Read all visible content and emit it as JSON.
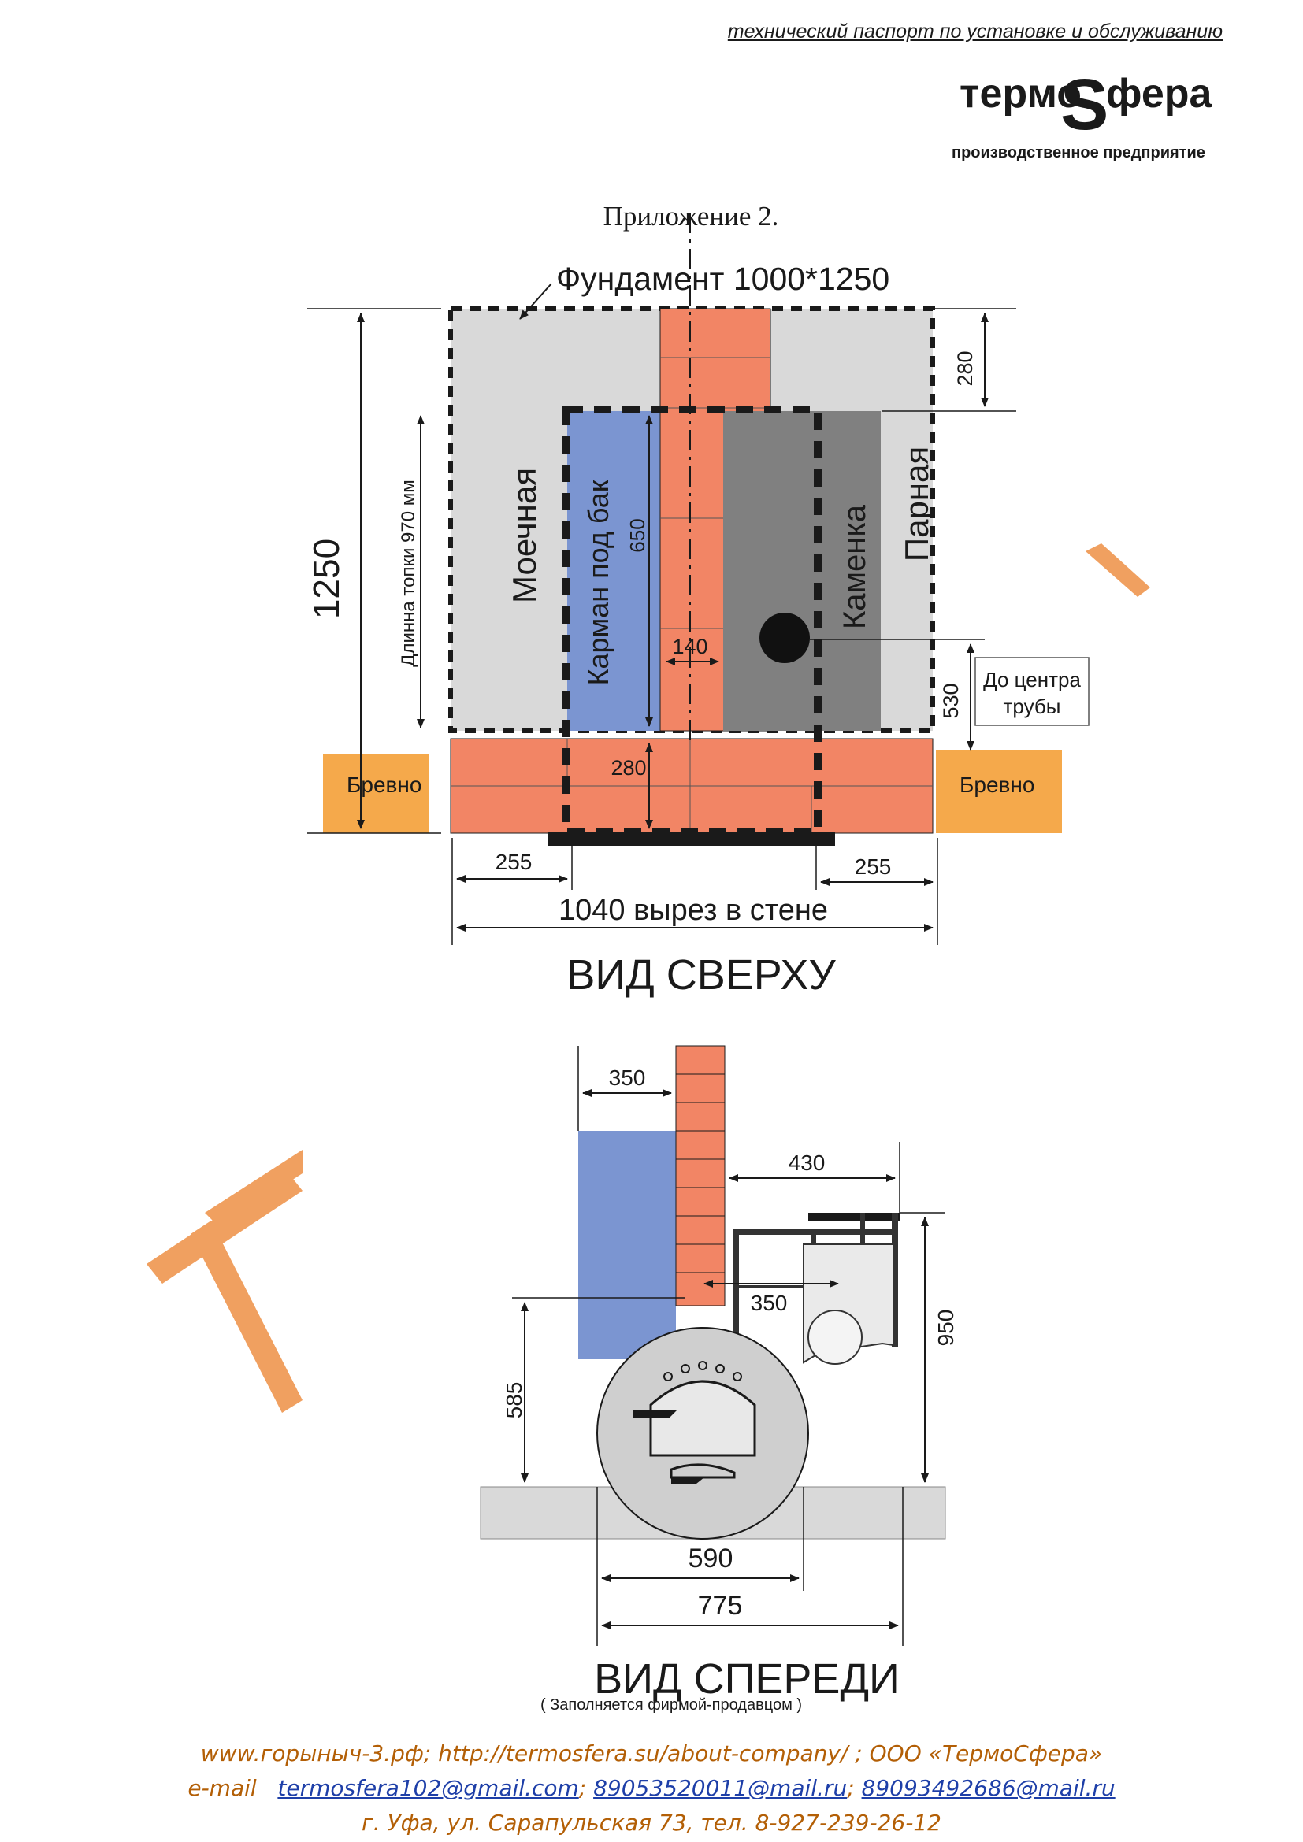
{
  "header": {
    "passport": "технический паспорт по установке и обслуживанию",
    "logo": {
      "brand_left": "термо",
      "brand_letter": "S",
      "brand_right": "фера",
      "subtitle": "производственное предприятие"
    }
  },
  "appendix_title": "Приложение 2.",
  "top_view": {
    "foundation_label": "Фундамент 1000*1250",
    "height_1250": "1250",
    "firebox_length": "Длинна топки 970 мм",
    "wash_room": "Моечная",
    "tank_pocket": "Карман под бак",
    "stove": "Каменка",
    "steam_room": "Парная",
    "dim_280_top": "280",
    "dim_650": "650",
    "dim_140": "140",
    "dim_530": "530",
    "pipe_center": "До центра трубы",
    "dim_280_wall": "280",
    "log_left": "Бревно",
    "log_right": "Бревно",
    "dim_255_left": "255",
    "dim_255_right": "255",
    "wall_cut": "1040 вырез в стене",
    "view_title": "ВИД СВЕРХУ"
  },
  "front_view": {
    "dim_350_top": "350",
    "dim_430": "430",
    "dim_350_mid": "350",
    "dim_585": "585",
    "dim_950": "950",
    "dim_590": "590",
    "dim_775": "775",
    "view_title": "ВИД СПЕРЕДИ"
  },
  "seller_note": "( Заполняется фирмой-продавцом )",
  "footer": {
    "line1": "www.горыныч-3.рф;  http://termosfera.su/about-company/ ;  ООО «ТермоСфера»",
    "email_label": "e-mail",
    "email1": "termosfera102@gmail.com",
    "email2": "89053520011@mail.ru",
    "email3": "89093492686@mail.ru",
    "line3": "г. Уфа,       ул. Сарапульская 73,      тел. 8-927-239-26-12"
  },
  "colors": {
    "brick": "#f28565",
    "tank": "#7b95d1",
    "stove": "#808080",
    "foundation": "#d9d9d9",
    "log": "#f5a94b",
    "watermark": "#f0a060",
    "footer_text": "#b35f06",
    "footer_link": "#1e3fa8"
  }
}
